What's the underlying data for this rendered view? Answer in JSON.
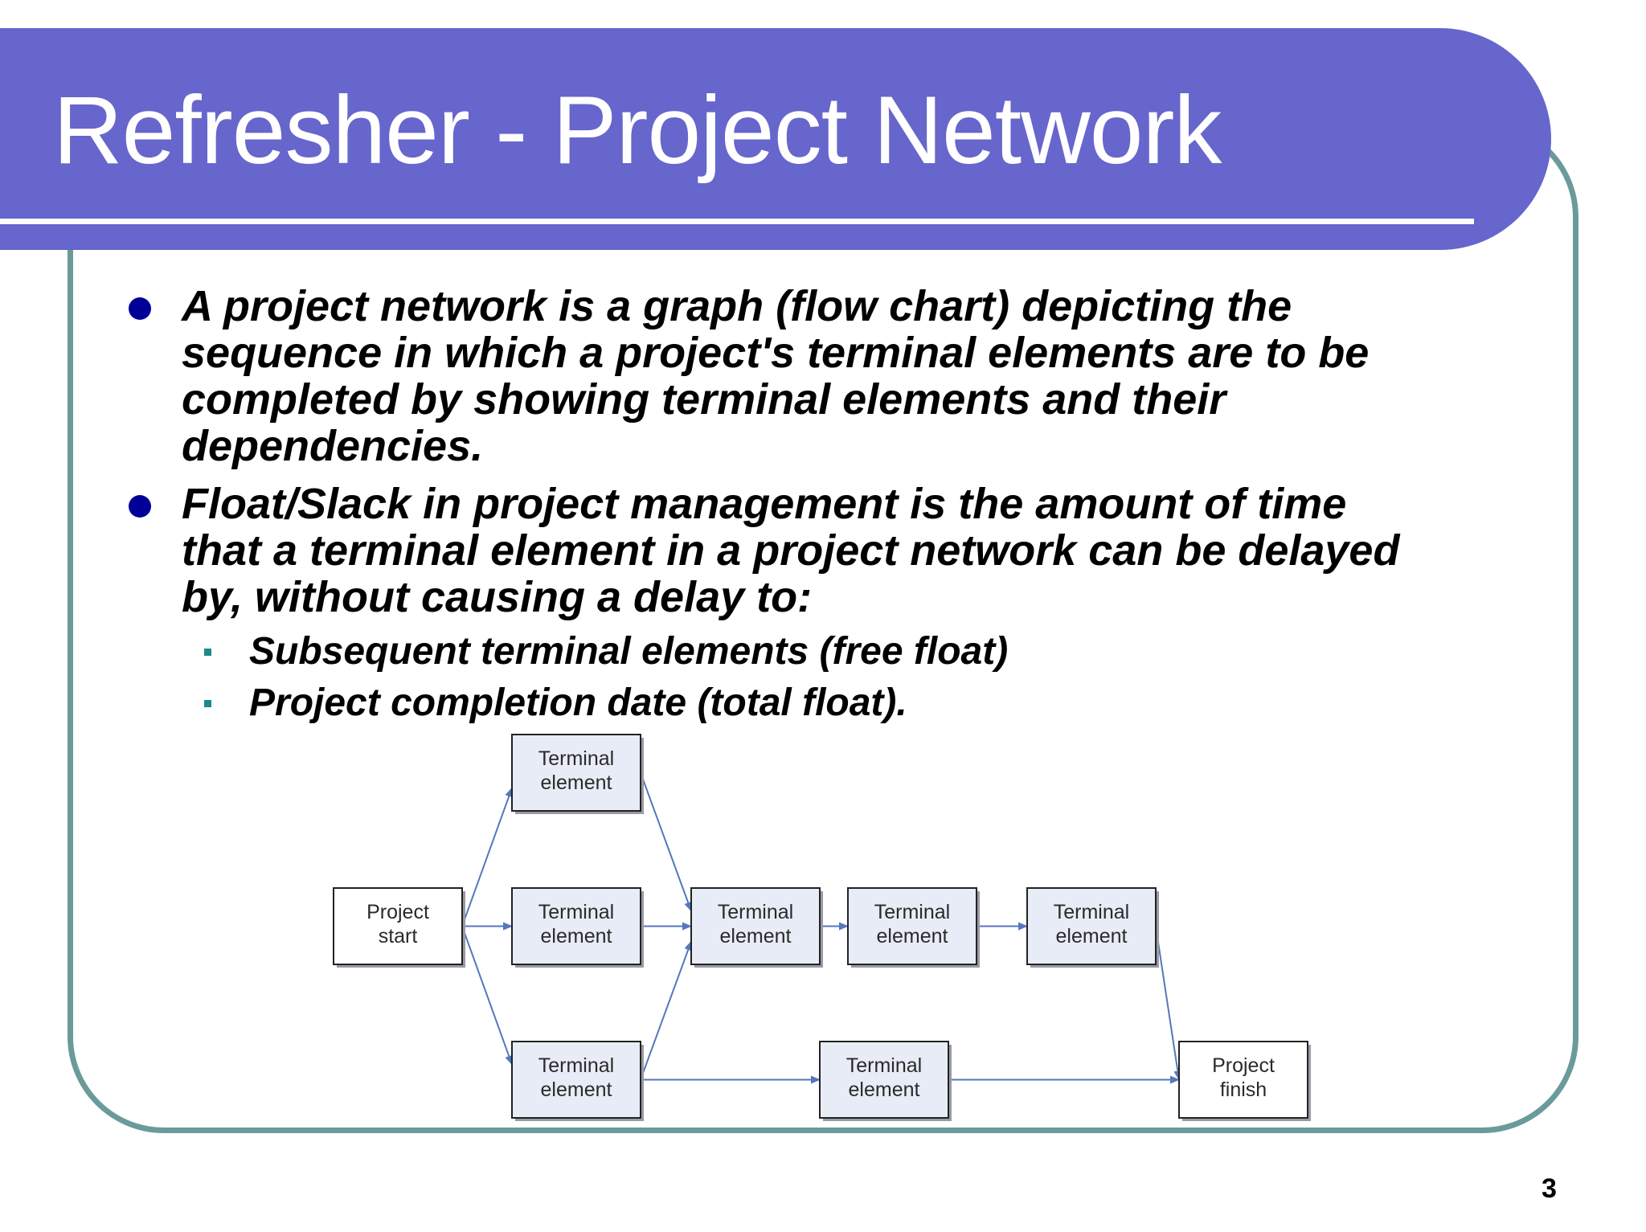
{
  "slide": {
    "title": "Refresher - Project Network",
    "bullets": [
      {
        "lines": [
          "A project network is a graph (flow chart) depicting the",
          "sequence in which a project's terminal elements are to be",
          "completed by showing terminal elements and their",
          "dependencies."
        ]
      },
      {
        "lines": [
          "Float/Slack in project management is the amount of time",
          "that a terminal element in a project network can be delayed",
          "by, without causing a delay to:"
        ]
      }
    ],
    "sub_bullets": [
      "Subsequent terminal elements (free float)",
      "Project completion date (total float)."
    ],
    "page_number": "3"
  },
  "diagram": {
    "nodes": [
      {
        "id": "start",
        "lines": [
          "Project",
          "start"
        ]
      },
      {
        "id": "t1",
        "lines": [
          "Terminal",
          "element"
        ]
      },
      {
        "id": "t2",
        "lines": [
          "Terminal",
          "element"
        ]
      },
      {
        "id": "t3",
        "lines": [
          "Terminal",
          "element"
        ]
      },
      {
        "id": "t4",
        "lines": [
          "Terminal",
          "element"
        ]
      },
      {
        "id": "t5",
        "lines": [
          "Terminal",
          "element"
        ]
      },
      {
        "id": "t6",
        "lines": [
          "Terminal",
          "element"
        ]
      },
      {
        "id": "t7",
        "lines": [
          "Terminal",
          "element"
        ]
      },
      {
        "id": "finish",
        "lines": [
          "Project",
          "finish"
        ]
      }
    ],
    "edges": [
      [
        "start",
        "t1"
      ],
      [
        "start",
        "t2"
      ],
      [
        "start",
        "t3"
      ],
      [
        "t1",
        "t4"
      ],
      [
        "t2",
        "t4"
      ],
      [
        "t3",
        "t4"
      ],
      [
        "t4",
        "t5"
      ],
      [
        "t5",
        "t6"
      ],
      [
        "t6",
        "finish"
      ],
      [
        "t3",
        "t7"
      ],
      [
        "t7",
        "finish"
      ]
    ],
    "colors": {
      "edge": "#5577bb",
      "node_fill": "#e8ecf6",
      "endpoint_fill": "#ffffff"
    }
  }
}
